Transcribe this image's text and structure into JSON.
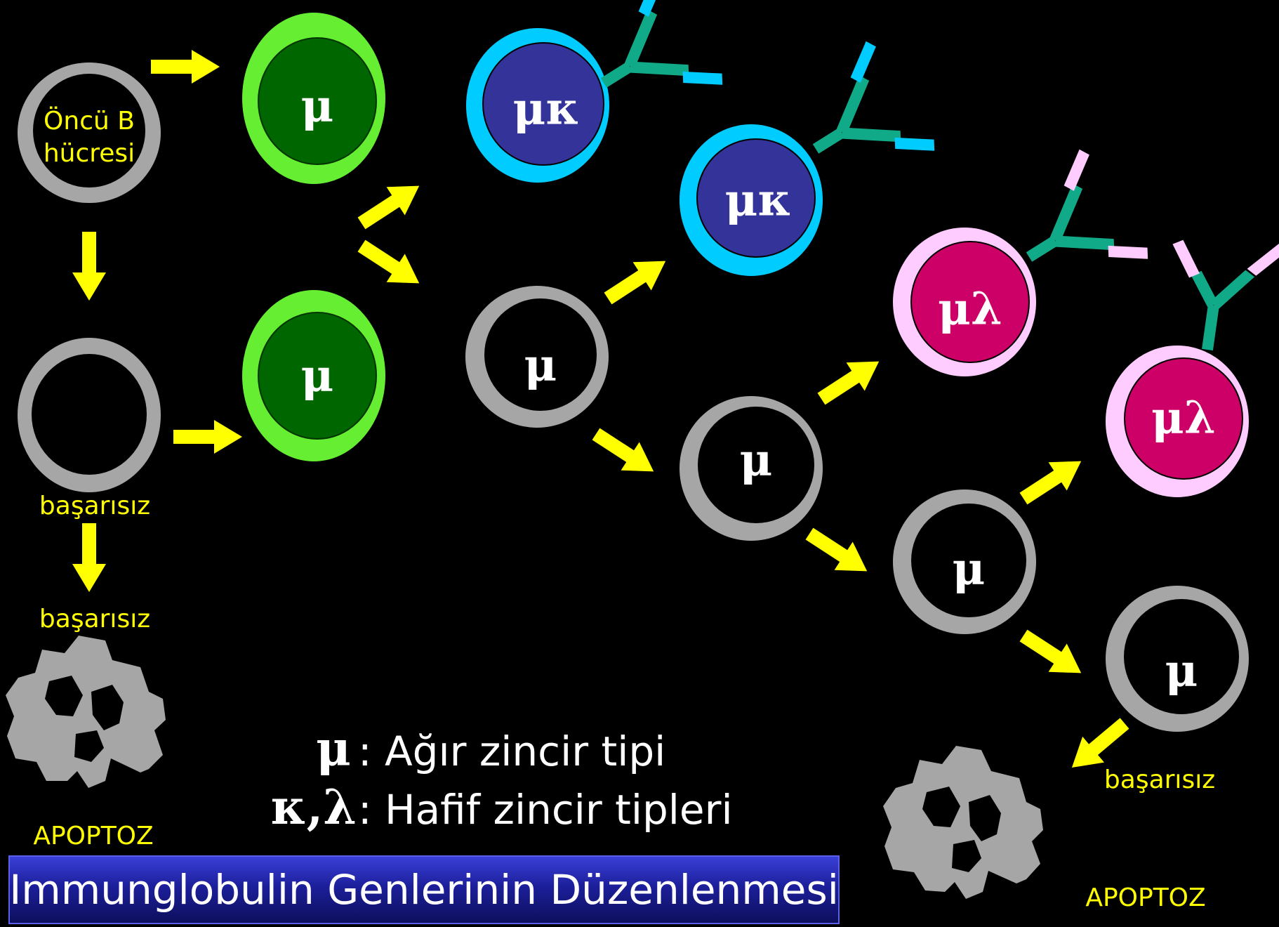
{
  "title": "Immunglobulin Genlerinin Düzenlenmesi",
  "labels": {
    "pre_b_line1": "Öncü B",
    "pre_b_line2": "hücresi",
    "fail_1": "başarısız",
    "fail_2": "başarısız",
    "fail_3": "başarısız",
    "apoptosis_left": "APOPTOZ",
    "apoptosis_right": "APOPTOZ"
  },
  "cells": {
    "mu": "μ",
    "mu_kappa": "μκ",
    "mu_lambda": "μλ"
  },
  "legend": {
    "heavy_symbol": "μ",
    "heavy_text": ": Ağır zincir tipi",
    "light_symbol": "κ,λ",
    "light_text": ": Hafif zincir tipleri"
  },
  "colors": {
    "background": "#000000",
    "arrow": "#ffff00",
    "gray_cell": "#a6a6a6",
    "green_ring": "#66ee33",
    "green_nucleus": "#006600",
    "cyan_ring": "#00ccff",
    "blue_nucleus": "#333399",
    "pink_ring": "#ffccff",
    "magenta_nucleus": "#cc0066",
    "antibody_heavy": "#11aa88",
    "antibody_light_kappa": "#00ccff",
    "antibody_light_lambda": "#ffccff"
  }
}
